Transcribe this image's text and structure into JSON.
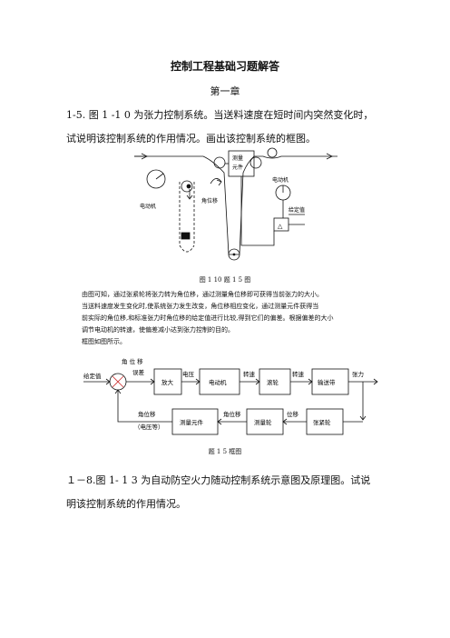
{
  "title": "控制工程基础习题解答",
  "chapter": "第一章",
  "question1": {
    "line1": "1-5. 图 1 -1 0 为张力控制系统。当送料速度在短时间内突然变化时，",
    "line2": "试说明该控制系统的作用情况。画出该控制系统的框图。"
  },
  "figure1": {
    "labels": {
      "motor_left": "电动机",
      "angle_disp": "角位移",
      "measure_1": "测量",
      "measure_2": "元件",
      "motor_right": "电动机",
      "setpoint": "给定值",
      "amp": "△"
    },
    "caption": "图 1 10  题 1 5 图"
  },
  "answer": {
    "p1": "由图可知，通过张紧轮将张力转为角位移，通过测量角位移即可获得当前张力的大小。",
    "p2": "当送料速度发生变化时,使系统张力发生改变，角位移相应变化，通过测量元件获得当",
    "p3": "前实际的角位移,和标准张力时角位移的给定值进行比较,得到它们的偏差。根据偏差的大小",
    "p4": "调节电动机的转速，使偏差减小达到张力控制的目的。",
    "p5": "框图如图所示。"
  },
  "block_diagram": {
    "setpoint": "给定值",
    "angle_top": "角 位 移",
    "error": "误差",
    "amp": "放大",
    "voltage": "电压",
    "motor": "电动机",
    "speed1": "转速",
    "roller": "滚轮",
    "speed2": "转速",
    "conveyor": "输送带",
    "tension": "张力",
    "fb_angle": "角位移",
    "fb_voltage": "（电压等）",
    "measure_elem": "测量元件",
    "angle_mid": "角位移",
    "measure_wheel": "测量轮",
    "displacement": "位移",
    "tension_wheel": "张紧轮",
    "caption": "题 1 5  框图"
  },
  "question2": {
    "line1": "１－8.图 1- 1 3 为自动防空火力随动控制系统示意图及原理图。试说",
    "line2": "明该控制系统的作用情况。"
  }
}
